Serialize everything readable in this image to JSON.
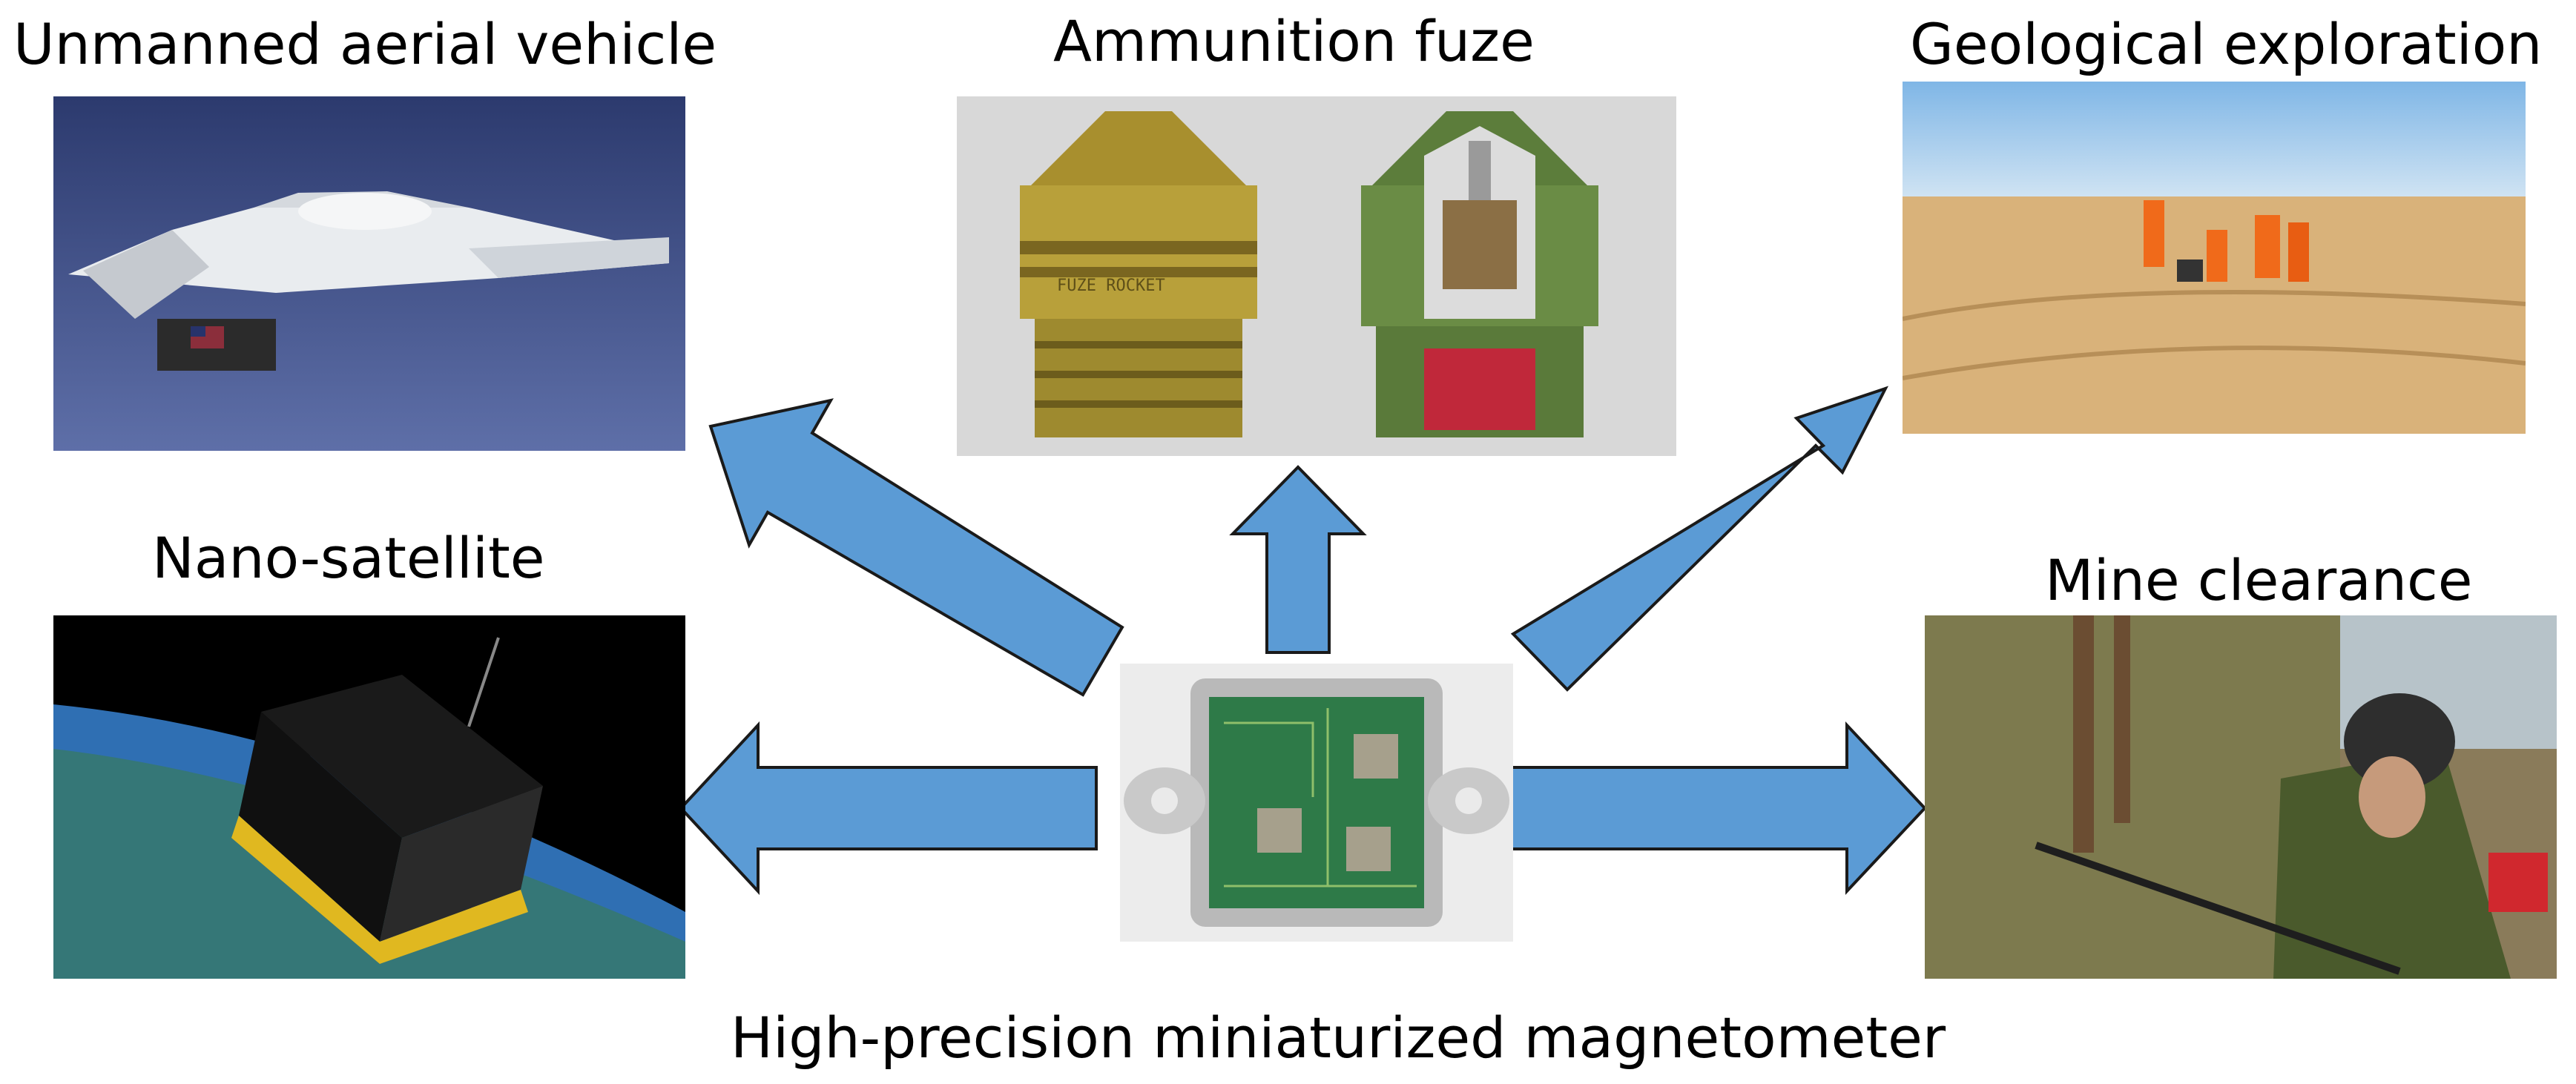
{
  "labels": {
    "uav": "Unmanned aerial vehicle",
    "fuze": "Ammunition fuze",
    "geo": "Geological exploration",
    "nano": "Nano-satellite",
    "mine": "Mine clearance",
    "center": "High-precision miniaturized magnetometer"
  },
  "photo_overlays": {
    "fuze_engraving": "FUZE ROCKET"
  },
  "colors": {
    "arrow_fill": "#5b9bd5",
    "arrow_stroke": "#1a1a1a"
  }
}
